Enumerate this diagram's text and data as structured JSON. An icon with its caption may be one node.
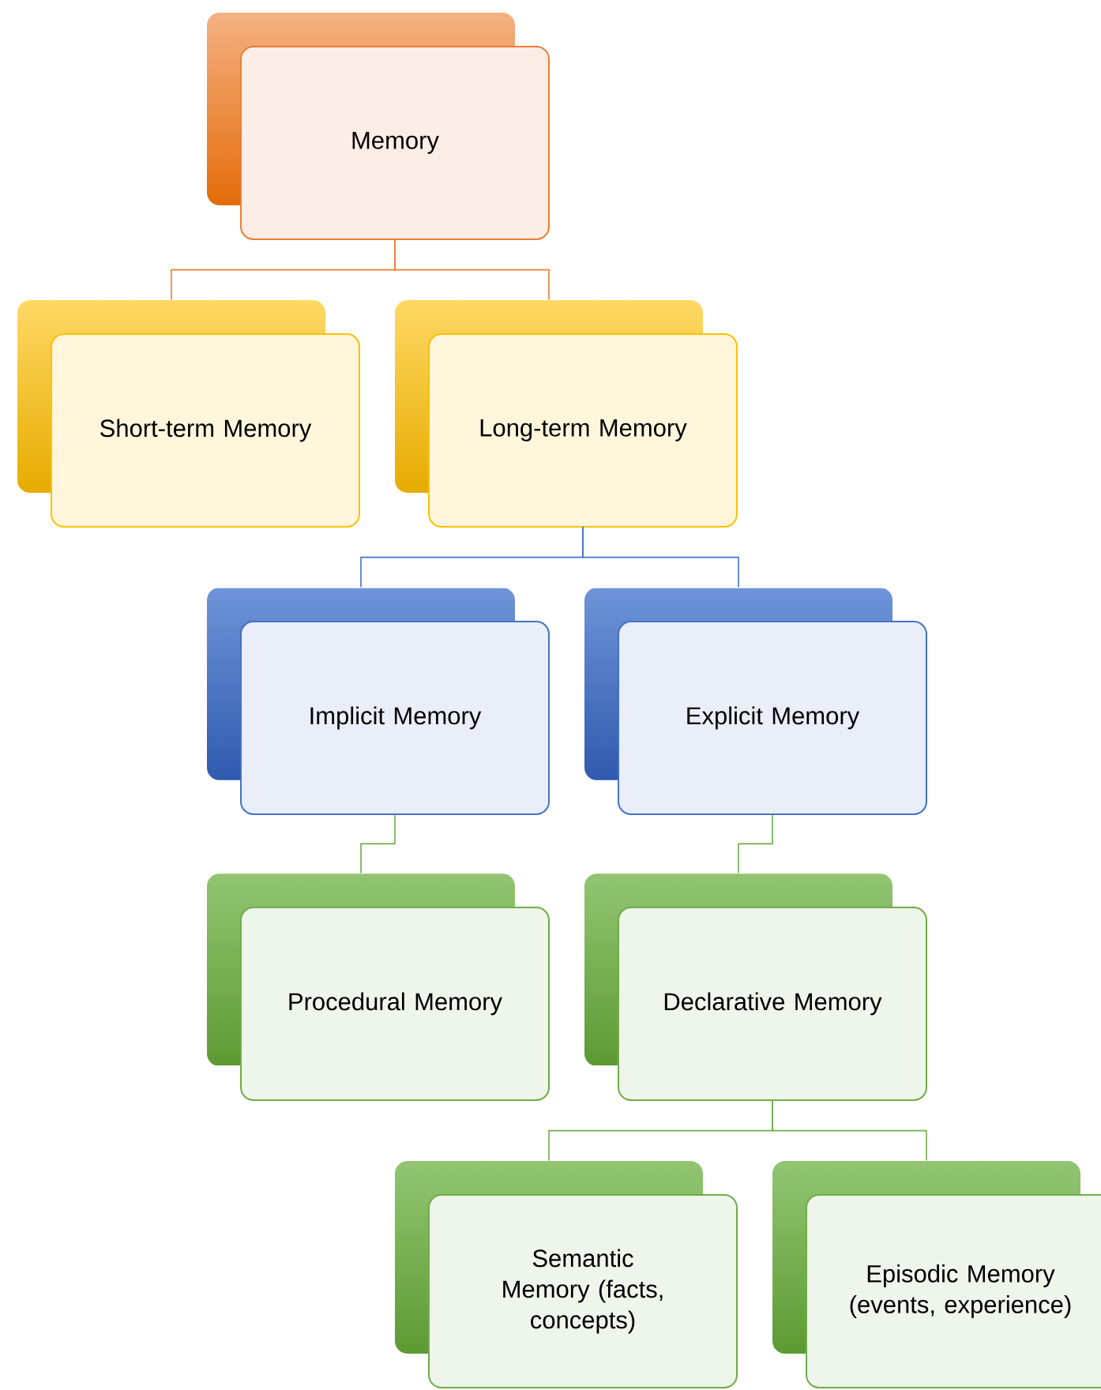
{
  "diagram": {
    "nodes": [
      {
        "text": [
          "Memory"
        ]
      },
      {
        "text": [
          "Short-term Memory"
        ]
      },
      {
        "text": [
          "Long-term Memory"
        ]
      },
      {
        "text": [
          "Implicit Memory"
        ]
      },
      {
        "text": [
          "Explicit Memory"
        ]
      },
      {
        "text": [
          "Procedural Memory"
        ]
      },
      {
        "text": [
          "Declarative Memory"
        ]
      },
      {
        "text": [
          "Semantic Memory (facts, concepts)"
        ]
      },
      {
        "text": [
          "Episodic Memory (events, experience)"
        ]
      }
    ],
    "edges": [
      {
        "from": 0,
        "to": 1,
        "arrow": "none",
        "color": "#ed7d31"
      },
      {
        "from": 0,
        "to": 2,
        "arrow": "none",
        "color": "#ed7d31"
      },
      {
        "from": 2,
        "to": 3,
        "arrow": "none",
        "color": "#4472c4"
      },
      {
        "from": 2,
        "to": 4,
        "arrow": "none",
        "color": "#4472c4"
      },
      {
        "from": 3,
        "to": 5,
        "arrow": "none"
      },
      {
        "from": 4,
        "to": 6,
        "arrow": "none"
      },
      {
        "from": 6,
        "to": 7,
        "arrow": "none"
      },
      {
        "from": 6,
        "to": 8,
        "arrow": "none"
      }
    ]
  }
}
